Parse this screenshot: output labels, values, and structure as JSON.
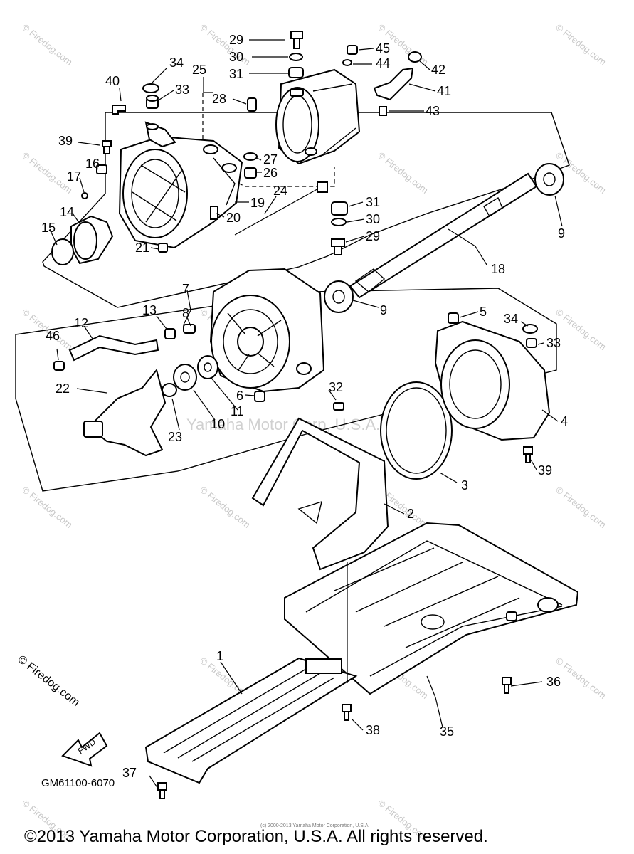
{
  "diagram": {
    "code": "GM61100-6070",
    "copyright": "©2013 Yamaha Motor Corporation, U.S.A. All rights reserved.",
    "tiny_note": "(c) 2000-2013 Yamaha Motor Corporation, U.S.A.",
    "center_watermark": "Yamaha Motor Corp, U.S.A.",
    "firedog_logo": "© Firedog.com",
    "watermark_text": "© Firedog.com",
    "fwd_label": "FWD"
  },
  "callouts": {
    "c1": "1",
    "c2": "2",
    "c3": "3",
    "c4": "4",
    "c5": "5",
    "c6": "6",
    "c7": "7",
    "c8": "8",
    "c9a": "9",
    "c9b": "9",
    "c10": "10",
    "c11": "11",
    "c12": "12",
    "c13": "13",
    "c14": "14",
    "c15": "15",
    "c16": "16",
    "c17": "17",
    "c18": "18",
    "c19": "19",
    "c20": "20",
    "c21": "21",
    "c22": "22",
    "c23": "23",
    "c24": "24",
    "c25": "25",
    "c26": "26",
    "c27": "27",
    "c28": "28",
    "c29a": "29",
    "c29b": "29",
    "c30a": "30",
    "c30b": "30",
    "c31a": "31",
    "c31b": "31",
    "c32": "32",
    "c33a": "33",
    "c33b": "33",
    "c34a": "34",
    "c34b": "34",
    "c35": "35",
    "c36": "36",
    "c37": "37",
    "c38": "38",
    "c39a": "39",
    "c39b": "39",
    "c40": "40",
    "c41": "41",
    "c42": "42",
    "c43": "43",
    "c44": "44",
    "c45": "45",
    "c46": "46"
  }
}
